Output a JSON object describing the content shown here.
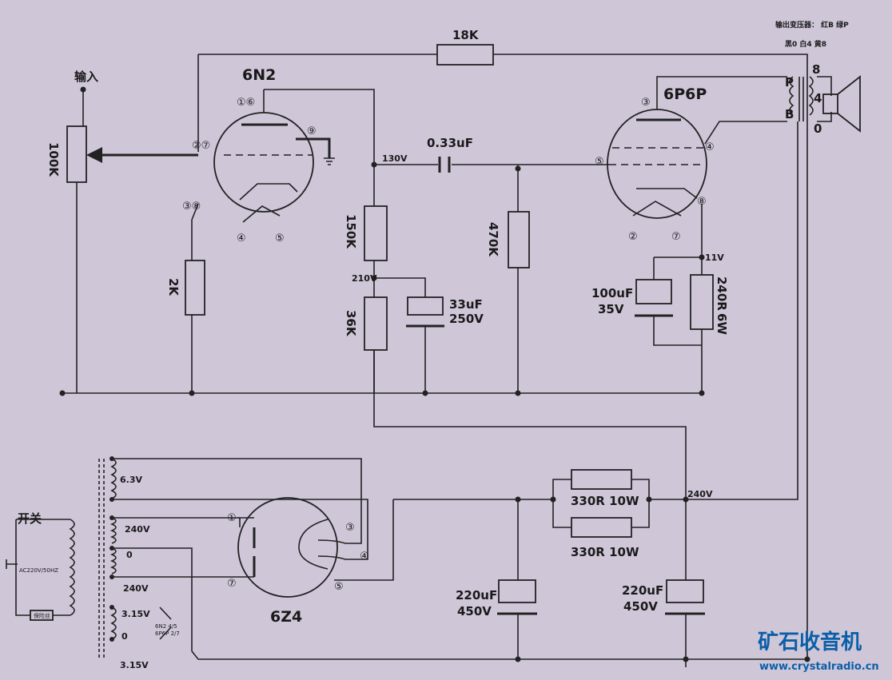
{
  "tubes": {
    "t1": "6N2",
    "t2": "6P6P",
    "t3": "6Z4"
  },
  "labels": {
    "input": "输入",
    "pot": "100K",
    "r_18k": "18K",
    "r_2k": "2K",
    "r_150k": "150K",
    "r_36k": "36K",
    "c_033": "0.33uF",
    "r_470k": "470K",
    "c_33_a": "33uF",
    "c_33_b": "250V",
    "c_100_a": "100uF",
    "c_100_b": "35V",
    "r_240_a": "240R",
    "r_240_b": "6W",
    "r_330_1": "330R 10W",
    "r_330_2": "330R 10W",
    "c_220_1a": "220uF",
    "c_220_1b": "450V",
    "c_220_2a": "220uF",
    "c_220_2b": "450V",
    "switch": "开关",
    "ac_label": "AC220V/50HZ",
    "fuse_label": "保险丝",
    "heater_note_1": "6N2 4/5",
    "heater_note_2": "6P6P 2/7"
  },
  "voltages": {
    "v130": "130V",
    "v210": "210V",
    "v11": "11V",
    "v240": "240V"
  },
  "transformer": {
    "w63": "6.3V",
    "w240a": "240V",
    "w0": "0",
    "w240b": "240V",
    "w315a": "3.15V",
    "w0b": "0",
    "w315b": "3.15V"
  },
  "output_tx": {
    "note_1": "输出变压器： 红B 绿P",
    "note_2": "黑0 白4 黄8",
    "tap_p": "P",
    "tap_b": "B",
    "tap_8": "8",
    "tap_4": "4",
    "tap_0": "0"
  },
  "pins": {
    "t1_16": "①⑥",
    "t1_27": "②⑦",
    "t1_38": "③⑧",
    "t1_9": "⑨",
    "t1_4": "④",
    "t1_5": "⑤",
    "t2_3": "③",
    "t2_4": "④",
    "t2_5": "⑤",
    "t2_8": "⑧",
    "t2_2": "②",
    "t2_7": "⑦",
    "t3_1": "①",
    "t3_3": "③",
    "t3_4": "④",
    "t3_5": "⑤",
    "t3_7": "⑦"
  },
  "watermark": {
    "brand": "矿石收音机",
    "url": "www.crystalradio.cn"
  }
}
